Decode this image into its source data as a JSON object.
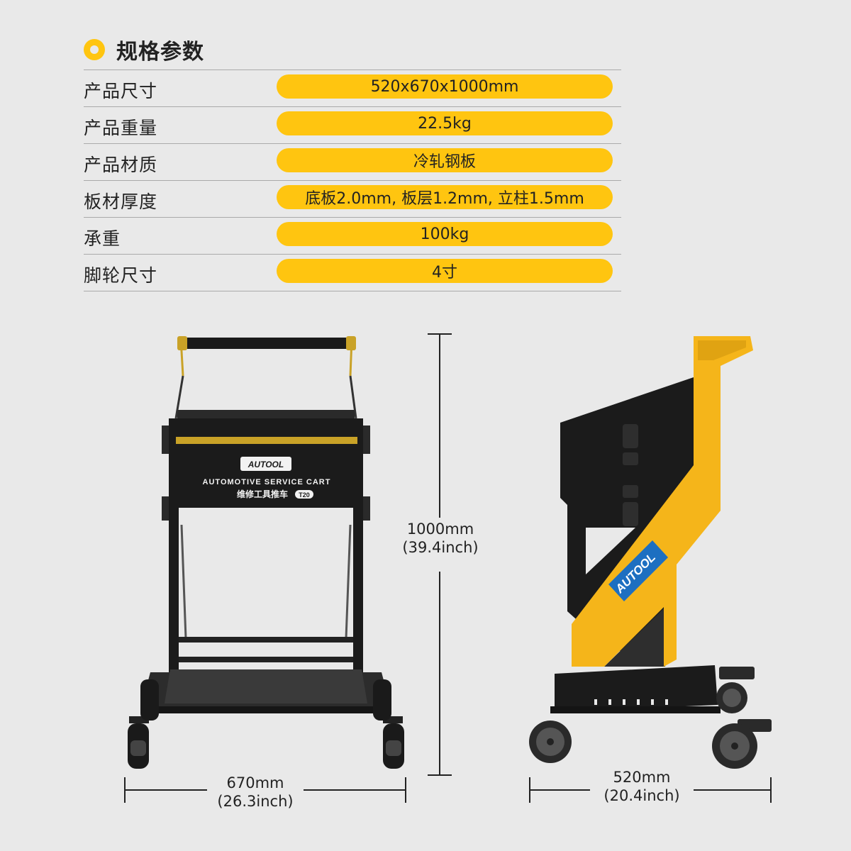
{
  "header": {
    "title": "规格参数"
  },
  "specs": [
    {
      "label": "产品尺寸",
      "value": "520x670x1000mm"
    },
    {
      "label": "产品重量",
      "value": "22.5kg"
    },
    {
      "label": "产品材质",
      "value": "冷轧钢板"
    },
    {
      "label": "板材厚度",
      "value": "底板2.0mm, 板层1.2mm, 立柱1.5mm"
    },
    {
      "label": "承重",
      "value": "100kg"
    },
    {
      "label": "脚轮尺寸",
      "value": "4寸"
    }
  ],
  "dimensions": {
    "height": {
      "value": "1000mm",
      "inch": "(39.4inch)"
    },
    "width": {
      "value": "670mm",
      "inch": "(26.3inch)"
    },
    "depth": {
      "value": "520mm",
      "inch": "(20.4inch)"
    }
  },
  "product": {
    "brand": "AUTOOL",
    "name_en": "AUTOMOTIVE SERVICE CART",
    "name_cn": "维修工具推车",
    "model": "T20"
  },
  "colors": {
    "accent": "#ffc510",
    "background": "#e9e9e9",
    "cart_body": "#1b1b1b",
    "side_arm": "#f5b51a",
    "badge_blue": "#1d6fc1"
  }
}
